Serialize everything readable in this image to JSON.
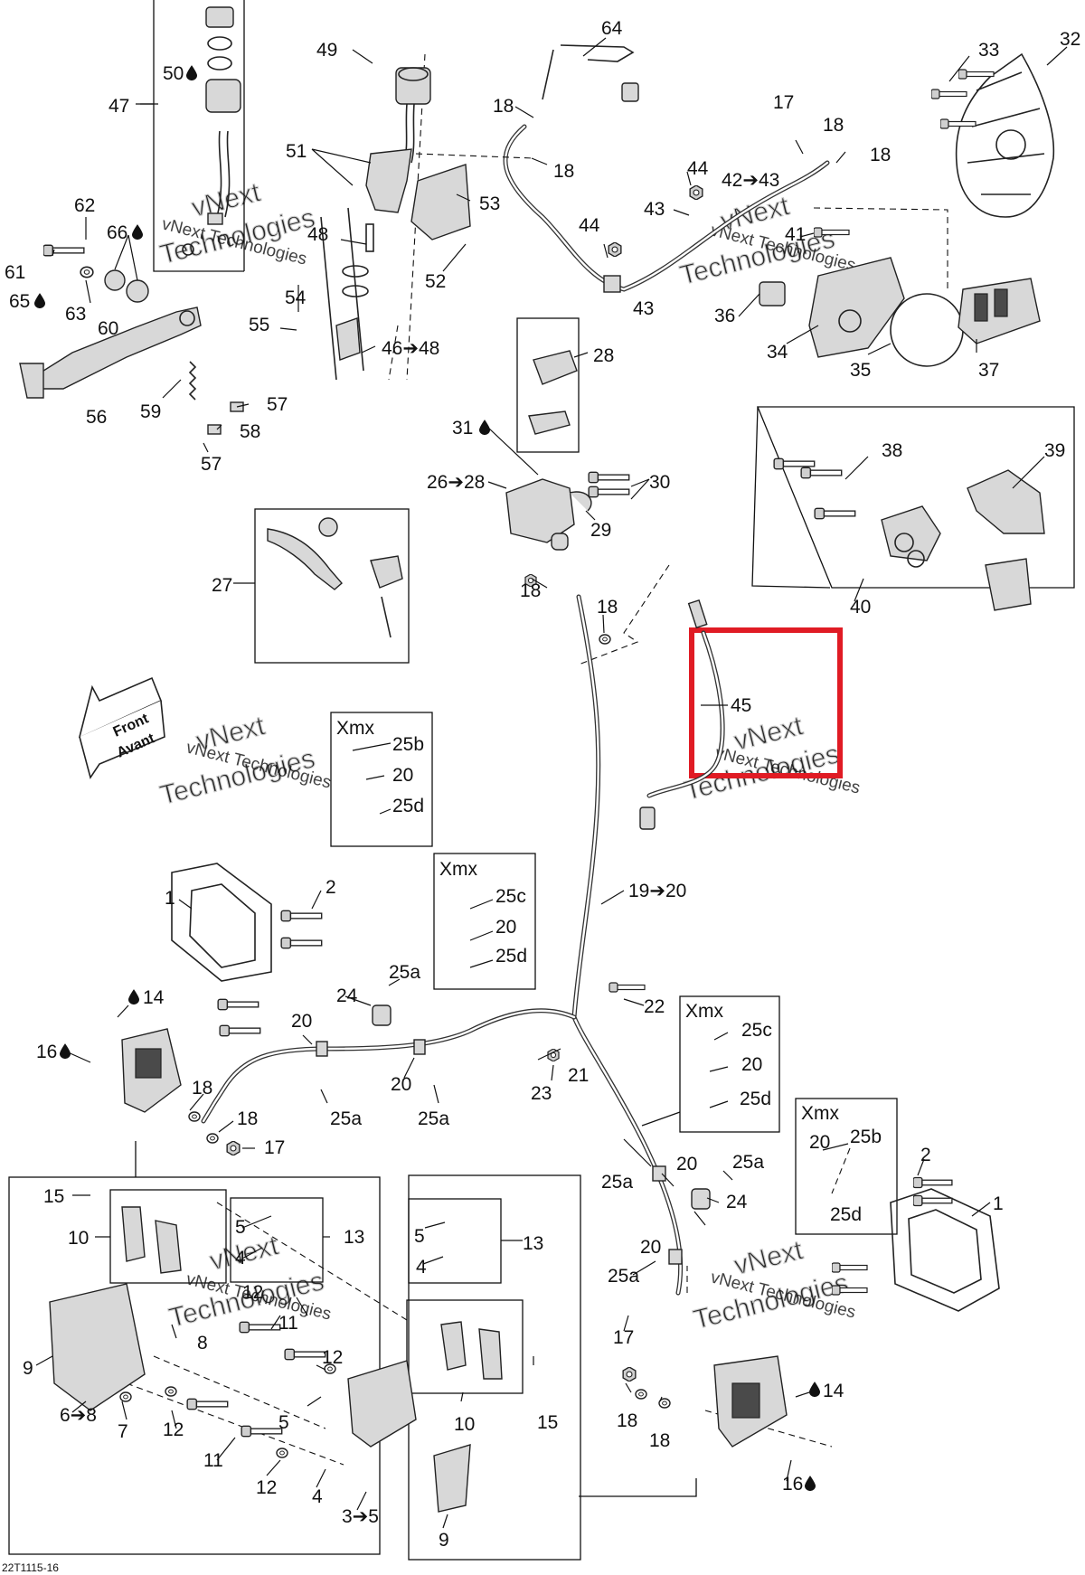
{
  "diagram": {
    "drawing_code": "22T1115-16",
    "front_arrow": {
      "line1": "Front",
      "line2": "Avant"
    },
    "watermark": {
      "line1": "vNext",
      "line2": "Technologies",
      "line3": "vNext Technologies"
    },
    "highlighted_callout": "45",
    "inset_header": "Xmx",
    "icons": [
      "oil-drop-icon",
      "arrow-right-icon"
    ],
    "callouts": {
      "c64": "64",
      "c49": "49",
      "c50": "50",
      "c47": "47",
      "c18a": "18",
      "c18b": "18",
      "c17a": "17",
      "c18c": "18",
      "c18d": "18",
      "c33": "33",
      "c32": "32",
      "c44a": "44",
      "c42": "42➔43",
      "c43a": "43",
      "c44b": "44",
      "c41": "41",
      "c51": "51",
      "c53": "53",
      "c62": "62",
      "c66": "66",
      "c48": "48",
      "c61": "61",
      "c65": "65",
      "c63": "63",
      "c60": "60",
      "c52": "52",
      "c43b": "43",
      "c36": "36",
      "c54": "54",
      "c55": "55",
      "c46": "46➔48",
      "c34": "34",
      "c35": "35",
      "c37": "37",
      "c28": "28",
      "c56": "56",
      "c59": "59",
      "c57a": "57",
      "c58": "58",
      "c57b": "57",
      "c31": "31",
      "c38": "38",
      "c39": "39",
      "c26": "26➔28",
      "c30": "30",
      "c29": "29",
      "c27": "27",
      "c18e": "18",
      "c18f": "18",
      "c40": "40",
      "c45": "45",
      "x1_25b": "25b",
      "x1_20": "20",
      "x1_25d": "25d",
      "x2_25c": "25c",
      "x2_20": "20",
      "x2_25d": "25d",
      "c1a": "1",
      "c2a": "2",
      "c19": "19➔20",
      "c25a1": "25a",
      "c24a": "24",
      "c14a": "14",
      "c22": "22",
      "x3_25c": "25c",
      "x3_20": "20",
      "x3_25d": "25d",
      "c20a": "20",
      "c16a": "16",
      "c21": "21",
      "c23": "23",
      "c20b": "20",
      "c18g": "18",
      "c25a2": "25a",
      "c25a3": "25a",
      "c18h": "18",
      "c17b": "17",
      "x4_20": "20",
      "x4_25b": "25b",
      "x4_25d": "25d",
      "c2b": "2",
      "c15a": "15",
      "c25a4": "25a",
      "c20c": "20",
      "c25a5": "25a",
      "c24b": "24",
      "c1b": "1",
      "c10a": "10",
      "c5a": "5",
      "c13a": "13",
      "c5b": "5",
      "c13b": "13",
      "c4a": "4",
      "c12a": "12",
      "c4b": "4",
      "c20d": "20",
      "c25a6": "25a",
      "c11a": "11",
      "c9a": "9",
      "c8": "8",
      "c12b": "12",
      "c10b": "10",
      "c6": "6➔8",
      "c7": "7",
      "c12c": "12",
      "c5c": "5",
      "c15b": "15",
      "c17c": "17",
      "c14b": "14",
      "c11b": "11",
      "c12d": "12",
      "c4c": "4",
      "c18i": "18",
      "c18j": "18",
      "c3": "3➔5",
      "c9b": "9",
      "c16b": "16"
    }
  }
}
